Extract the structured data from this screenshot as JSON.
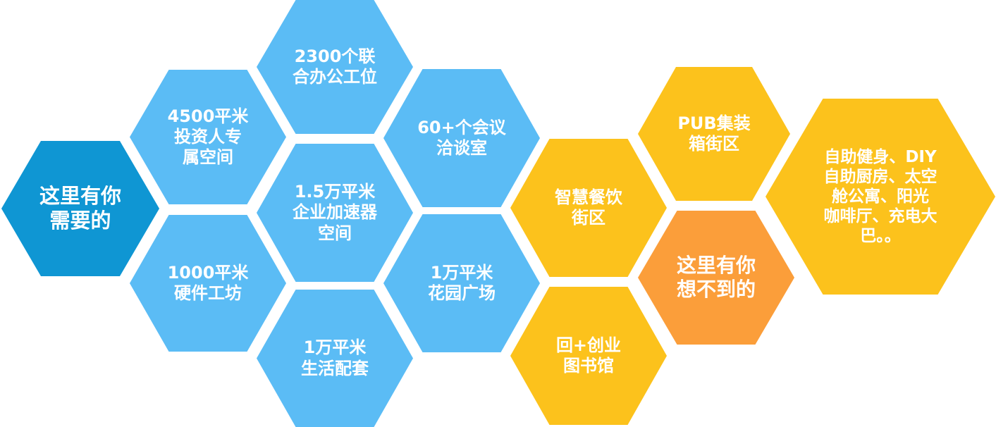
{
  "hexagons": {
    "need_here": "这里有你\n需要的",
    "investor_space": "4500平米\n投资人专\n属空间",
    "cowork_seats": "2300个联\n合办公工位",
    "meeting_rooms": "60+个会议\n洽谈室",
    "accelerator_space": "1.5万平米\n企业加速器\n空间",
    "hardware_workshop": "1000平米\n硬件工坊",
    "living_support": "1万平米\n生活配套",
    "garden_plaza": "1万平米\n花园广场",
    "smart_dining": "智慧餐饮\n街区",
    "pub_container": "PUB集装\n箱街区",
    "library": "回+创业\n图书馆",
    "unexpected_here": "这里有你\n想不到的",
    "amenities": "自助健身、DIY\n自助厨房、太空\n舱公寓、阳光\n咖啡厅、充电大\n巴。。"
  },
  "colors": {
    "light_blue": "#5bbcf5",
    "dark_blue": "#0f96d3",
    "yellow": "#fcc21c",
    "orange": "#fb9e3a"
  }
}
